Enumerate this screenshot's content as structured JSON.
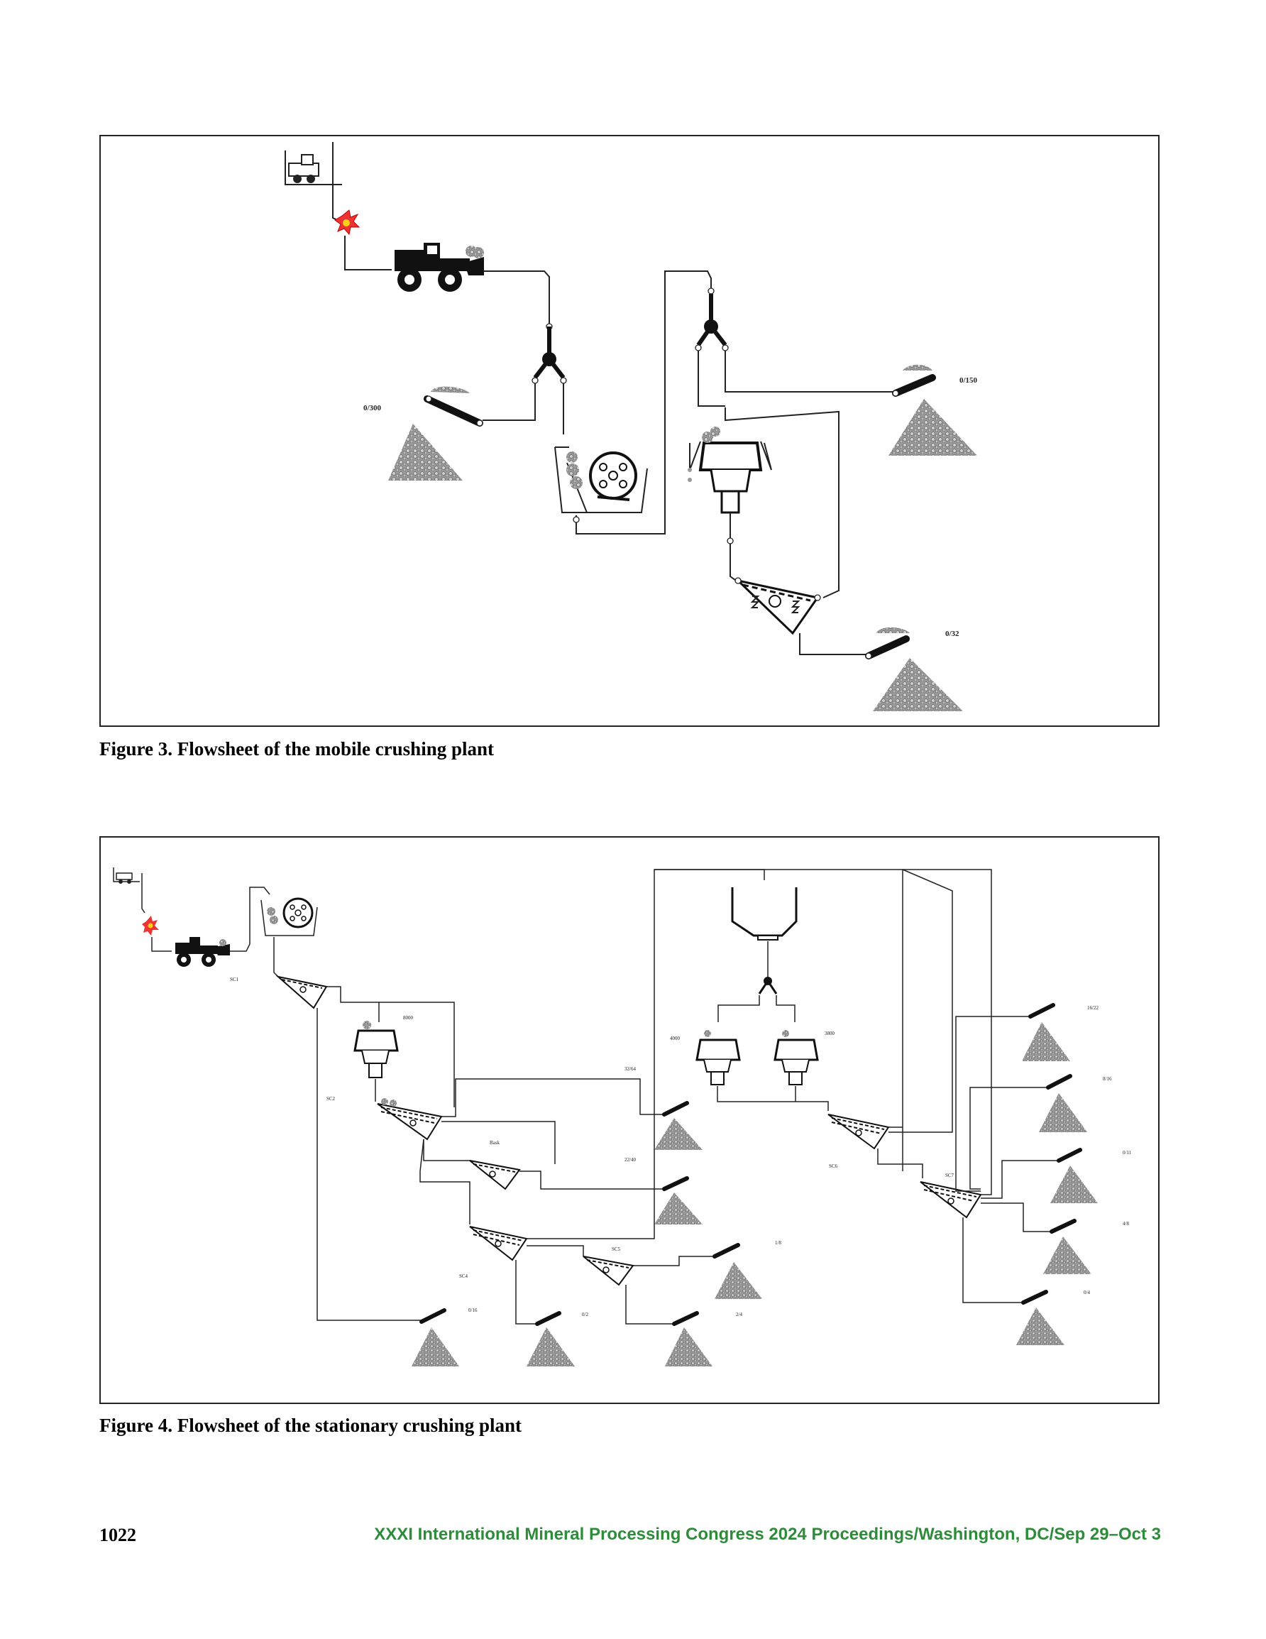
{
  "figure3": {
    "caption": "Figure 3. Flowsheet of the mobile crushing plant",
    "labels": {
      "stockpile_1": "0/300",
      "stockpile_2": "0/150",
      "stockpile_3": "0/32"
    }
  },
  "figure4": {
    "caption": "Figure 4. Flowsheet of the stationary crushing plant",
    "labels": {
      "sc1": "SC1",
      "sc2": "SC2",
      "sc3": "Bask",
      "sc4": "SC4",
      "sc5": "SC5",
      "sc6": "SC6",
      "sc7": "SC7",
      "crusher_1": "8000",
      "crusher_2": "4000",
      "crusher_3": "3800",
      "p_32_64": "32/64",
      "p_22_40": "22/40",
      "p_0_16a": "0/16",
      "p_0_2": "0/2",
      "p_2_4": "2/4",
      "p_1_8": "1/8",
      "p_16_22": "16/22",
      "p_8_16": "8/16",
      "p_0_11": "0/11",
      "p_4_8": "4/8",
      "p_0_4": "0/4"
    }
  },
  "footer": {
    "page_number": "1022",
    "proceedings": "XXXI International Mineral Processing Congress 2024 Proceedings/Washington, DC/Sep 29–Oct 3",
    "accent_color": "#2e8b3a"
  }
}
